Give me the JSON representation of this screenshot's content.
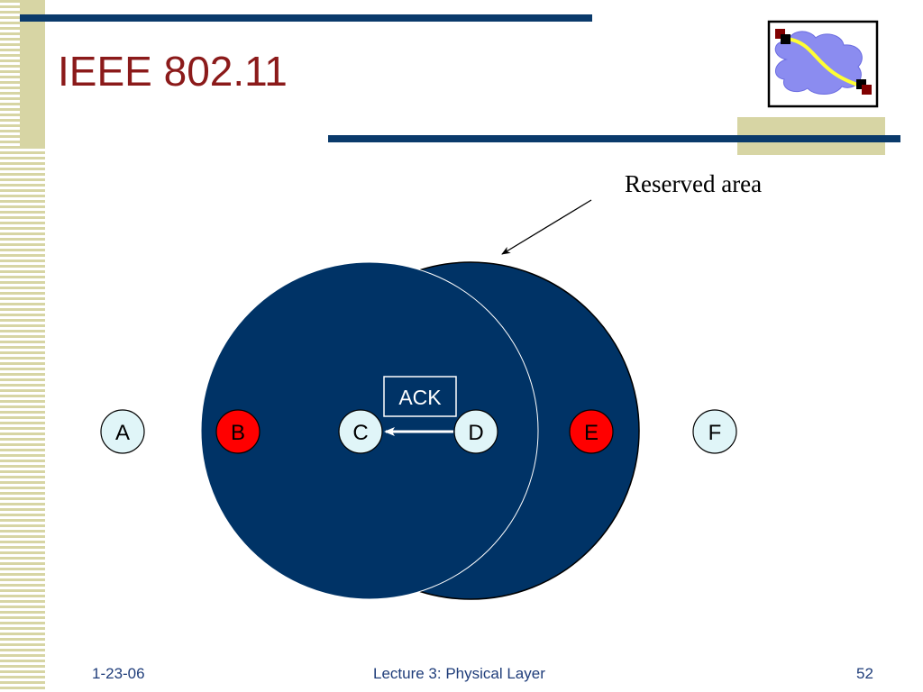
{
  "slide": {
    "title": "IEEE 802.11",
    "footer": {
      "date": "1-23-06",
      "lecture": "Lecture 3: Physical Layer",
      "page": "52"
    }
  },
  "diagram": {
    "annotation": "Reserved area",
    "message_label": "ACK",
    "nodes": [
      {
        "id": "A",
        "color": "#e0f5f8"
      },
      {
        "id": "B",
        "color": "#ff0000"
      },
      {
        "id": "C",
        "color": "#e0f5f8"
      },
      {
        "id": "D",
        "color": "#e0f5f8"
      },
      {
        "id": "E",
        "color": "#ff0000"
      },
      {
        "id": "F",
        "color": "#e0f5f8"
      }
    ],
    "colors": {
      "title": "#8b1a1a",
      "range_fill": "#003366",
      "accent_bar": "#0a3a6b",
      "stripe": "#d7d5a4"
    },
    "logo_icon": "network-cloud-icon"
  }
}
